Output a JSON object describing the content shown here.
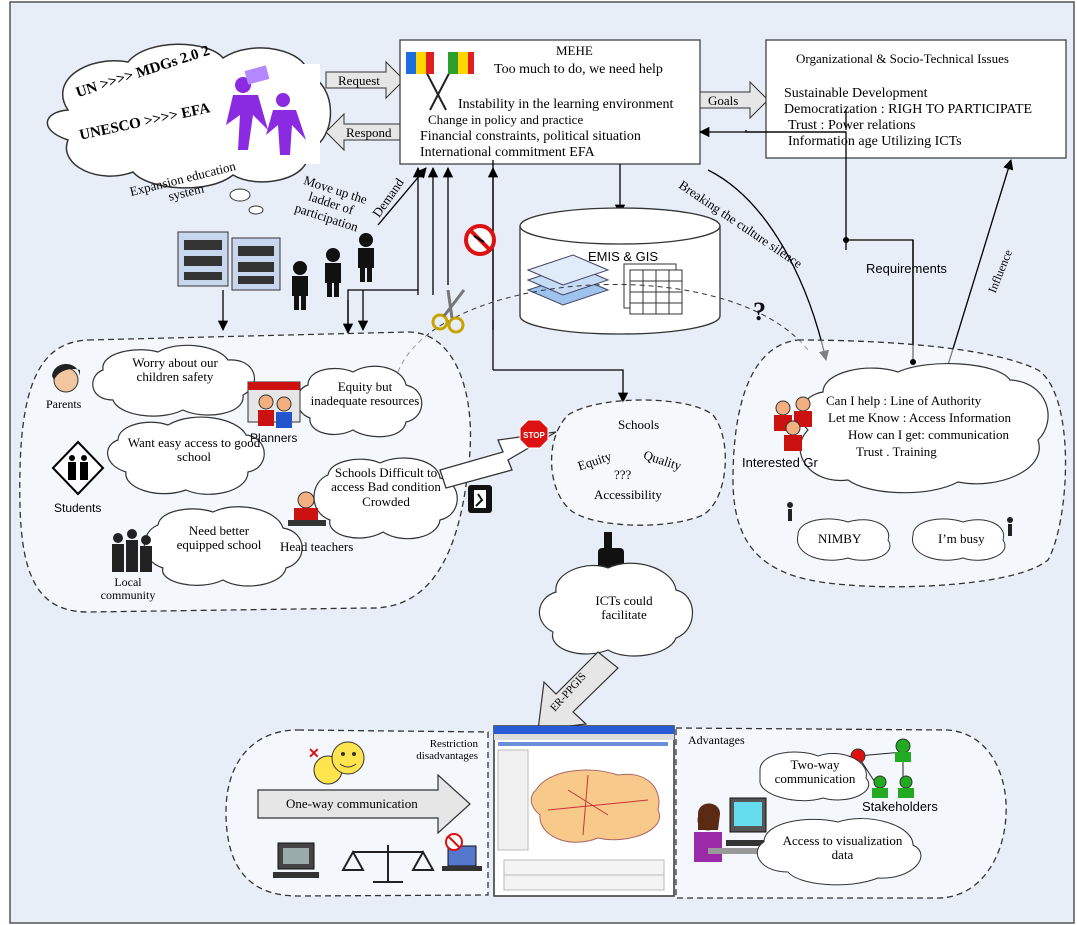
{
  "colors": {
    "background": "#e8eef8",
    "box_fill": "#ffffff",
    "arrow_fill": "#e6e6e6",
    "person_dark": "#111111",
    "person_red": "#cc1111",
    "person_green": "#22aa22",
    "purple_logo": "#8a2be2",
    "smiley_yellow": "#ffe44d",
    "stop_red": "#dd1111"
  },
  "icons": [
    "flags-icon",
    "people-icon",
    "school-building-icon",
    "database-icon",
    "scissors-icon",
    "question-mark-icon",
    "no-entry-icon",
    "stop-sign-icon",
    "pointing-hand-icon",
    "parent-face-icon",
    "students-crossing-icon",
    "teacher-icon",
    "planners-icon",
    "smiley-icon",
    "computer-icon",
    "scale-icon",
    "laptop-icon",
    "computer-user-icon",
    "network-icon",
    "screenshot-map-icon"
  ],
  "un_cloud": {
    "line1": "UN >>>> MDGs 2.0 2",
    "line2": "UNESCO >>>> EFA"
  },
  "request_label": "Request",
  "respond_label": "Respond",
  "goals_label": "Goals",
  "mehe": {
    "title": "MEHE",
    "line1": "Too much to do, we need help",
    "line2": "Instability in the learning environment",
    "line3": "Change in policy and practice",
    "line4": "Financial constraints, political situation",
    "line5": "International commitment EFA"
  },
  "org": {
    "title": "Organizational & Socio-Technical Issues",
    "line1": "Sustainable Development",
    "line2": "Democratization : RIGH TO PARTICIPATE",
    "line3": "Trust : Power relations",
    "line4": "Information age Utilizing ICTs"
  },
  "expansion_label": "Expansion education system",
  "move_up_label": "Move up the ladder of participation",
  "demand_label": "Demand",
  "breaking_label": "Breaking the culture silence",
  "requirements_label": "Requirements",
  "influence_label": "Influence",
  "emis_label": "EMIS & GIS",
  "schools": {
    "title": "Schools",
    "equity": "Equity",
    "quality": "Quality",
    "unknown": "???",
    "accessibility": "Accessibility"
  },
  "left_group": {
    "parents_cloud": "Worry about our children safety",
    "parents_label": "Parents",
    "planners_cloud": "Equity but inadequate resources",
    "planners_label": "Planners",
    "students_cloud": "Want easy access to good school",
    "students_label": "Students",
    "teachers_cloud": "Schools Difficult to access Bad condition Crowded",
    "community_cloud": "Need better equipped school",
    "head_teachers_label": "Head teachers",
    "community_label": "Local community"
  },
  "right_group": {
    "line1": "Can I help : Line of Authority",
    "line2": "Let me Know : Access Information",
    "line3": "How can I get: communication",
    "line4": "Trust . Training",
    "interested_label": "Interested Gr",
    "nimby": "NIMBY",
    "busy": "I’m busy"
  },
  "icts_cloud": "ICTs could facilitate",
  "arrow_label": "ER-PPGIS",
  "bottom": {
    "restriction": "Restriction disadvantages",
    "one_way": "One-way communication",
    "advantages": "Advantages",
    "two_way": "Two-way communication",
    "stakeholders": "Stakeholders",
    "access": "Access to visualization data"
  }
}
